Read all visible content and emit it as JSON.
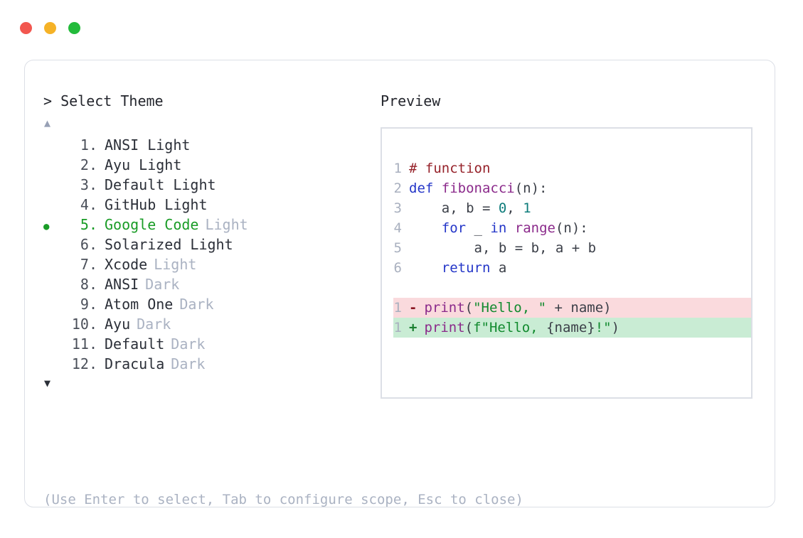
{
  "window": {
    "traffic_lights": [
      {
        "name": "close",
        "color": "#f2574f"
      },
      {
        "name": "minimize",
        "color": "#f5b227"
      },
      {
        "name": "maximize",
        "color": "#23bb3b"
      }
    ]
  },
  "left_panel": {
    "prompt_chevron": ">",
    "prompt_title": "Select Theme",
    "scroll_up_icon": "▲",
    "scroll_down_icon": "▼",
    "selected_index": 5,
    "selected_bullet": "●",
    "items": [
      {
        "number": "1.",
        "name": "ANSI Light",
        "variant": "",
        "selected": false,
        "plain": true
      },
      {
        "number": "2.",
        "name": "Ayu Light",
        "variant": "",
        "selected": false,
        "plain": true
      },
      {
        "number": "3.",
        "name": "Default Light",
        "variant": "",
        "selected": false,
        "plain": true
      },
      {
        "number": "4.",
        "name": "GitHub Light",
        "variant": "",
        "selected": false,
        "plain": true
      },
      {
        "number": "5.",
        "name": "Google Code",
        "variant": "Light",
        "selected": true,
        "plain": false
      },
      {
        "number": "6.",
        "name": "Solarized Light",
        "variant": "",
        "selected": false,
        "plain": true
      },
      {
        "number": "7.",
        "name": "Xcode",
        "variant": "Light",
        "selected": false,
        "plain": false
      },
      {
        "number": "8.",
        "name": "ANSI",
        "variant": "Dark",
        "selected": false,
        "plain": false
      },
      {
        "number": "9.",
        "name": "Atom One",
        "variant": "Dark",
        "selected": false,
        "plain": false
      },
      {
        "number": "10.",
        "name": "Ayu",
        "variant": "Dark",
        "selected": false,
        "plain": false
      },
      {
        "number": "11.",
        "name": "Default",
        "variant": "Dark",
        "selected": false,
        "plain": false
      },
      {
        "number": "12.",
        "name": "Dracula",
        "variant": "Dark",
        "selected": false,
        "plain": false
      }
    ],
    "hint": "(Use Enter to select, Tab to configure scope, Esc to close)"
  },
  "right_panel": {
    "label": "Preview",
    "code_lines": [
      {
        "ln": "1",
        "tokens": [
          {
            "t": "# function",
            "c": "t-comment"
          }
        ]
      },
      {
        "ln": "2",
        "tokens": [
          {
            "t": "def ",
            "c": "t-keyword"
          },
          {
            "t": "fibonacci",
            "c": "t-func"
          },
          {
            "t": "(n):",
            "c": "t-punct"
          }
        ]
      },
      {
        "ln": "3",
        "tokens": [
          {
            "t": "    a, b = ",
            "c": "t-plain"
          },
          {
            "t": "0",
            "c": "t-number"
          },
          {
            "t": ", ",
            "c": "t-plain"
          },
          {
            "t": "1",
            "c": "t-number"
          }
        ]
      },
      {
        "ln": "4",
        "tokens": [
          {
            "t": "    ",
            "c": "t-plain"
          },
          {
            "t": "for",
            "c": "t-keyword"
          },
          {
            "t": " _ ",
            "c": "t-plain"
          },
          {
            "t": "in",
            "c": "t-keyword"
          },
          {
            "t": " ",
            "c": "t-plain"
          },
          {
            "t": "range",
            "c": "t-func"
          },
          {
            "t": "(n):",
            "c": "t-punct"
          }
        ]
      },
      {
        "ln": "5",
        "tokens": [
          {
            "t": "        a, b = b, a + b",
            "c": "t-plain"
          }
        ]
      },
      {
        "ln": "6",
        "tokens": [
          {
            "t": "    ",
            "c": "t-plain"
          },
          {
            "t": "return",
            "c": "t-keyword"
          },
          {
            "t": " a",
            "c": "t-plain"
          }
        ]
      }
    ],
    "diff_lines": [
      {
        "ln": "1",
        "sign": "-",
        "kind": "del",
        "tokens": [
          {
            "t": "print",
            "c": "t-func"
          },
          {
            "t": "(",
            "c": "t-punct"
          },
          {
            "t": "\"Hello, \"",
            "c": "t-string"
          },
          {
            "t": " + name)",
            "c": "t-plain"
          }
        ]
      },
      {
        "ln": "1",
        "sign": "+",
        "kind": "add",
        "tokens": [
          {
            "t": "print",
            "c": "t-func"
          },
          {
            "t": "(",
            "c": "t-punct"
          },
          {
            "t": "f\"Hello, ",
            "c": "t-string"
          },
          {
            "t": "{name}",
            "c": "t-plain"
          },
          {
            "t": "!\"",
            "c": "t-string"
          },
          {
            "t": ")",
            "c": "t-punct"
          }
        ]
      }
    ]
  }
}
